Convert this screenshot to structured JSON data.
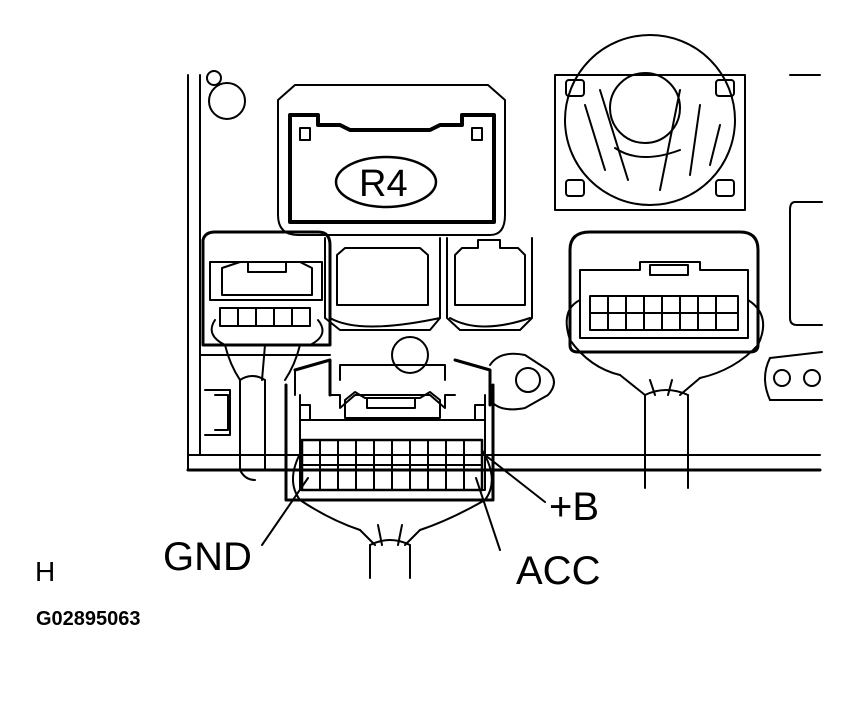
{
  "diagram": {
    "connector_label": "R4",
    "terminals": {
      "gnd": "GND",
      "acc": "ACC",
      "plus_b": "+B"
    },
    "corner_letter": "H",
    "figure_code": "G02895063"
  }
}
